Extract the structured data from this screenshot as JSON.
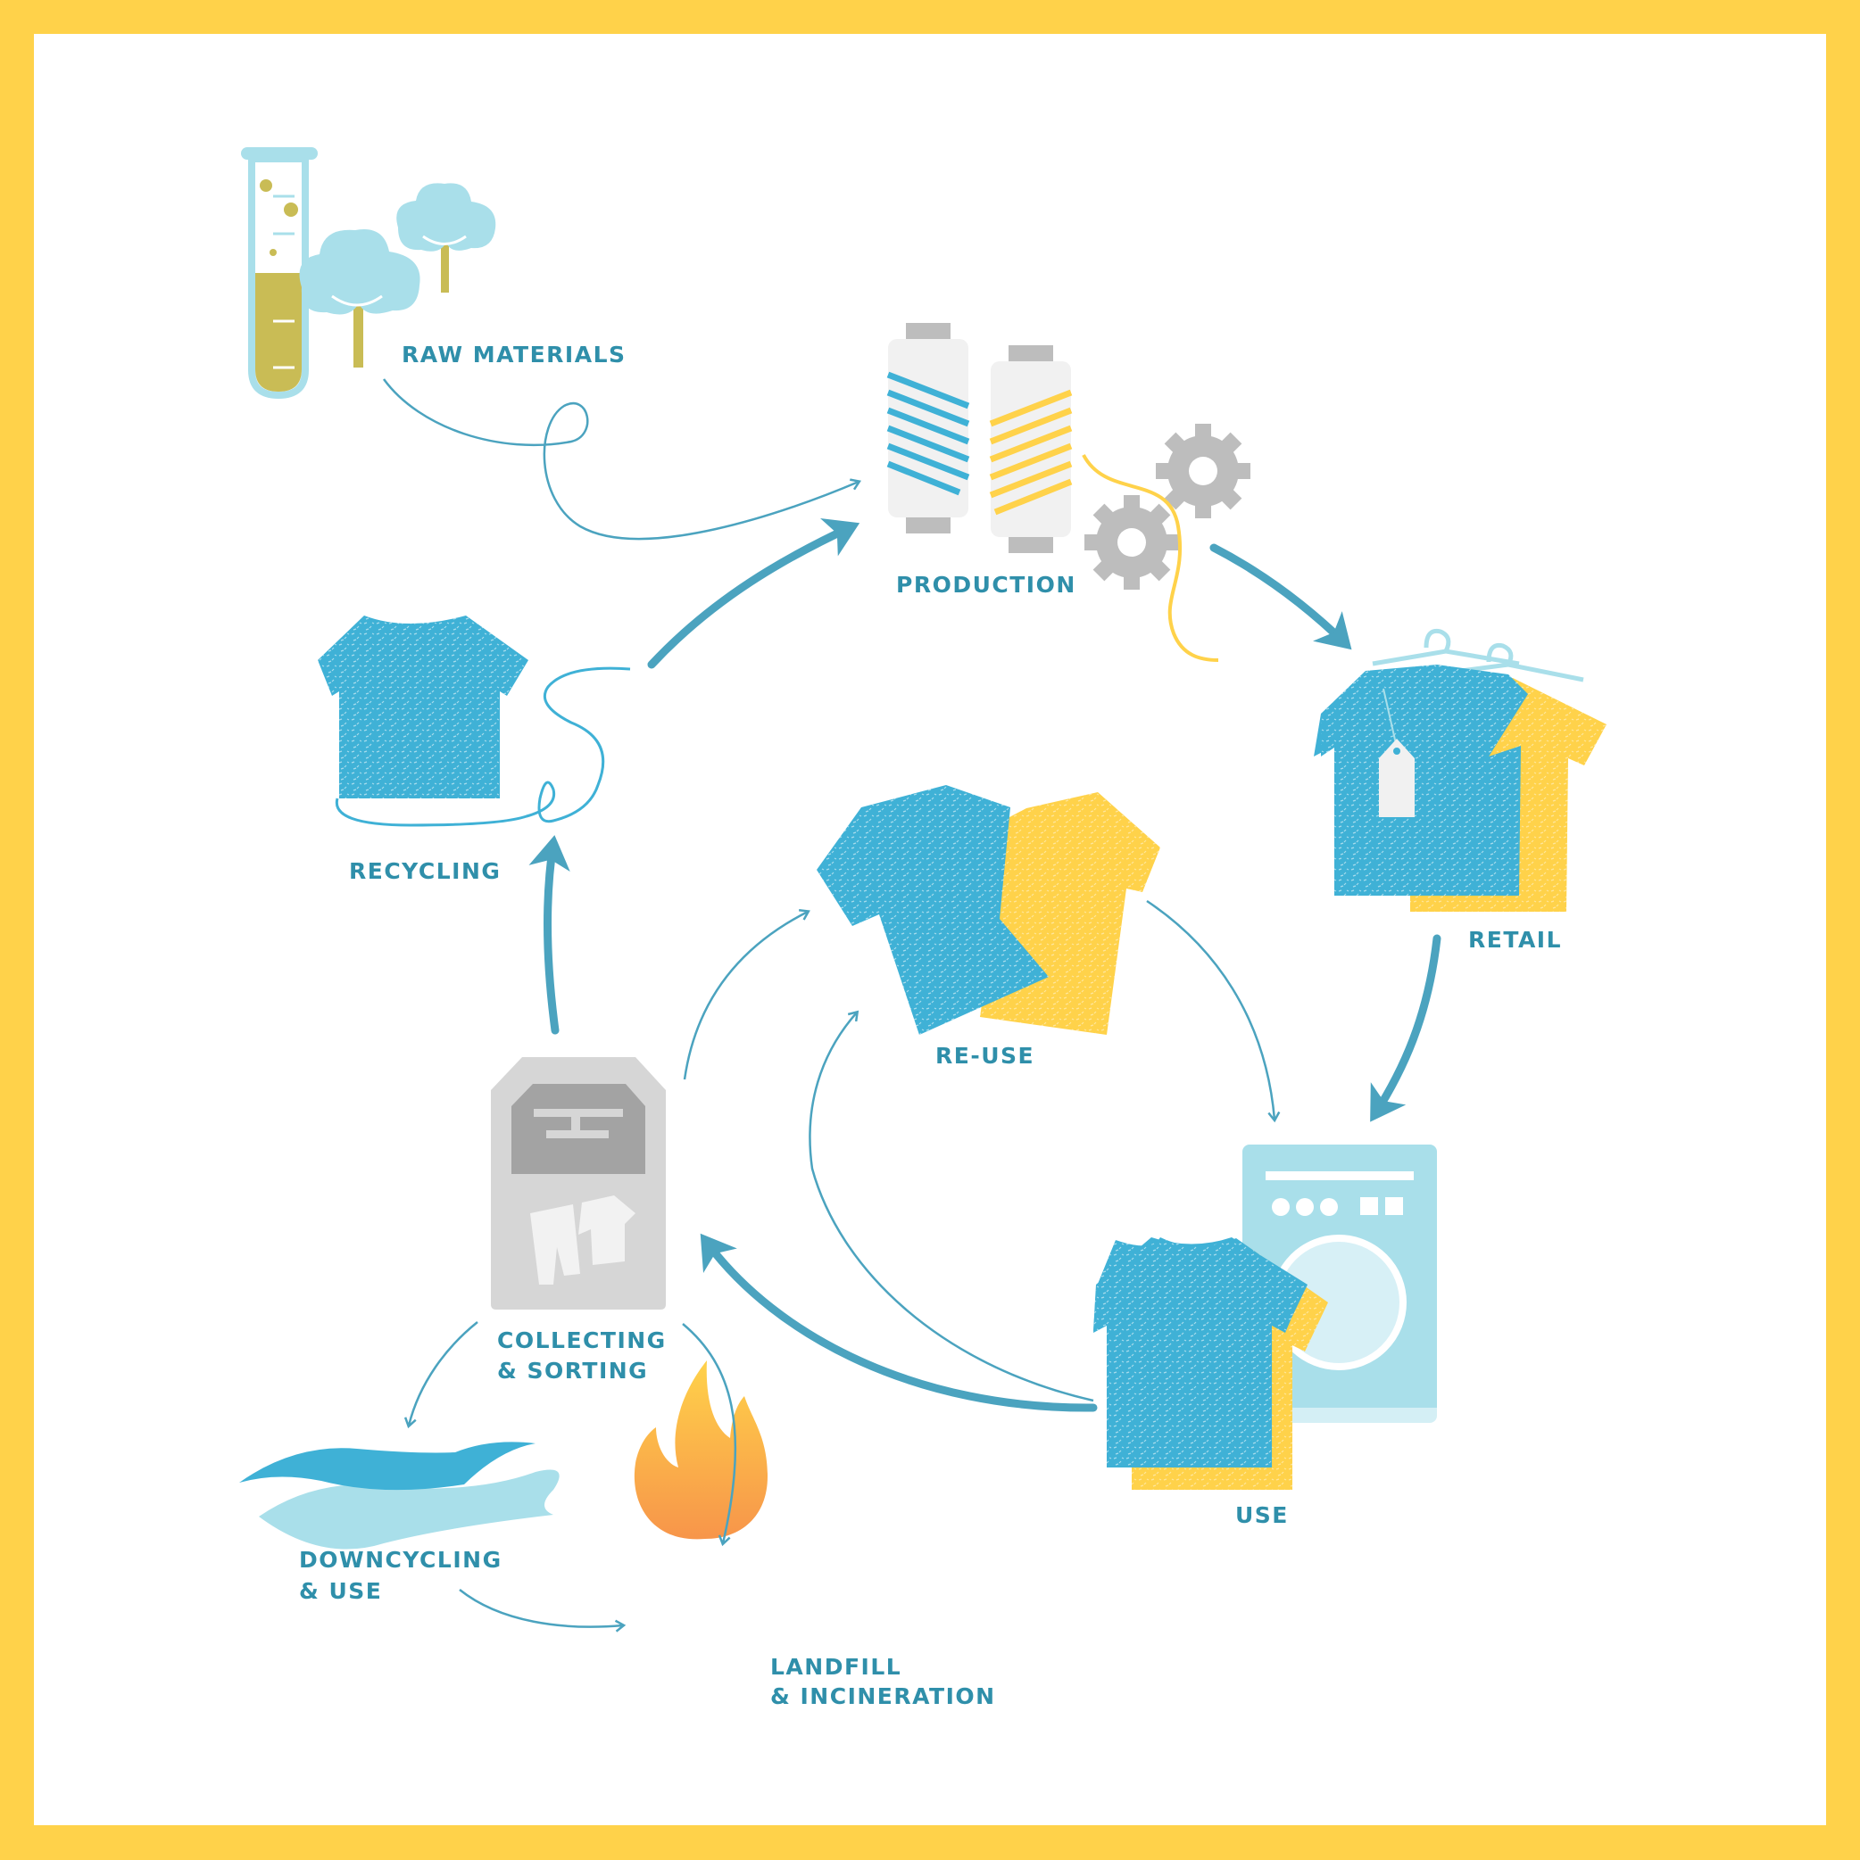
{
  "colors": {
    "border": "#FFD24A",
    "label": "#2F8FAA",
    "arrow": "#4BA3BF",
    "shirt_blue": "#3FB1D6",
    "shirt_yellow": "#FFD24A",
    "light_blue": "#A9DFEA",
    "gray": "#BDBDBD",
    "olive": "#C9BC55"
  },
  "stages": {
    "raw_materials": {
      "label": "RAW MATERIALS",
      "icon": "test-tube-and-cotton-icon"
    },
    "production": {
      "label": "PRODUCTION",
      "icon": "thread-spools-and-gears-icon"
    },
    "retail": {
      "label": "RETAIL",
      "icon": "shirts-on-hangers-with-tag-icon"
    },
    "use": {
      "label": "USE",
      "icon": "washing-machine-and-shirts-icon"
    },
    "re_use": {
      "label": "RE-USE",
      "icon": "two-shirts-icon"
    },
    "collecting": {
      "label_line1": "COLLECTING",
      "label_line2": "& SORTING",
      "icon": "collection-bin-icon"
    },
    "recycling": {
      "label": "RECYCLING",
      "icon": "shirt-with-thread-icon"
    },
    "downcycling": {
      "label_line1": "DOWNCYCLING",
      "label_line2": "& USE",
      "icon": "fabric-waves-icon"
    },
    "landfill": {
      "label_line1": "LANDFILL",
      "label_line2": "& INCINERATION",
      "icon": "flame-icon"
    }
  }
}
